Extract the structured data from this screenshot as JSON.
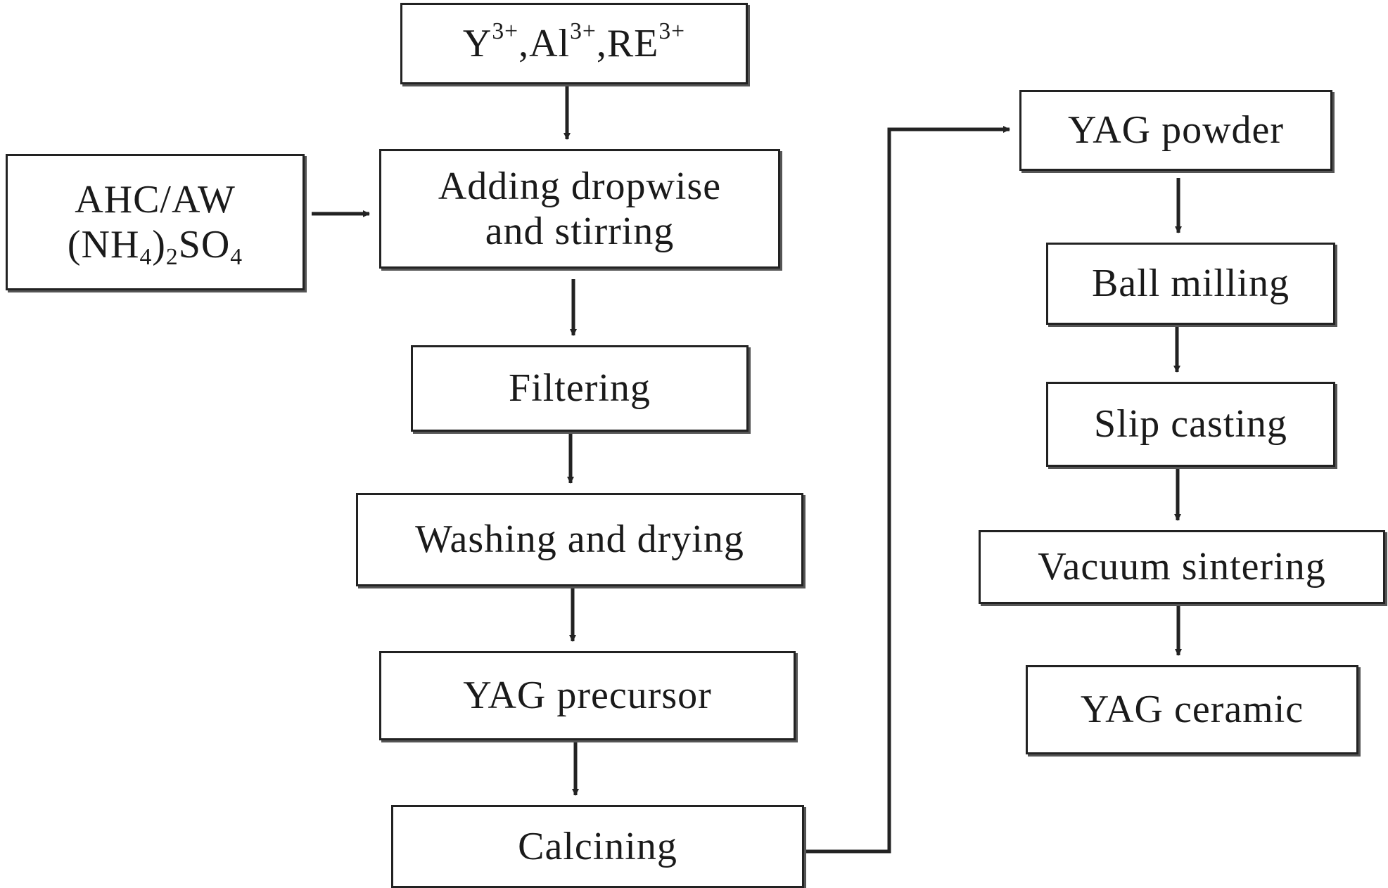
{
  "boxes": {
    "ions": {
      "y": "Y",
      "y_charge": "3+",
      "al": "Al",
      "al_charge": "3+",
      "re": "RE",
      "re_charge": "3+",
      "sep": ","
    },
    "reagents": {
      "line1": "AHC/AW",
      "open": "(NH",
      "sub4": "4",
      "close": ")",
      "sub2": "2",
      "so": "SO",
      "sub4b": "4"
    },
    "adding": {
      "line1": "Adding dropwise",
      "line2": "and stirring"
    },
    "filtering": "Filtering",
    "washing": "Washing and drying",
    "precursor": "YAG precursor",
    "calcining": "Calcining",
    "powder": "YAG powder",
    "milling": "Ball milling",
    "slip": "Slip casting",
    "vacuum": "Vacuum sintering",
    "ceramic": "YAG ceramic"
  },
  "colors": {
    "stroke": "#222222",
    "shadow": "#555555",
    "background": "#ffffff"
  }
}
